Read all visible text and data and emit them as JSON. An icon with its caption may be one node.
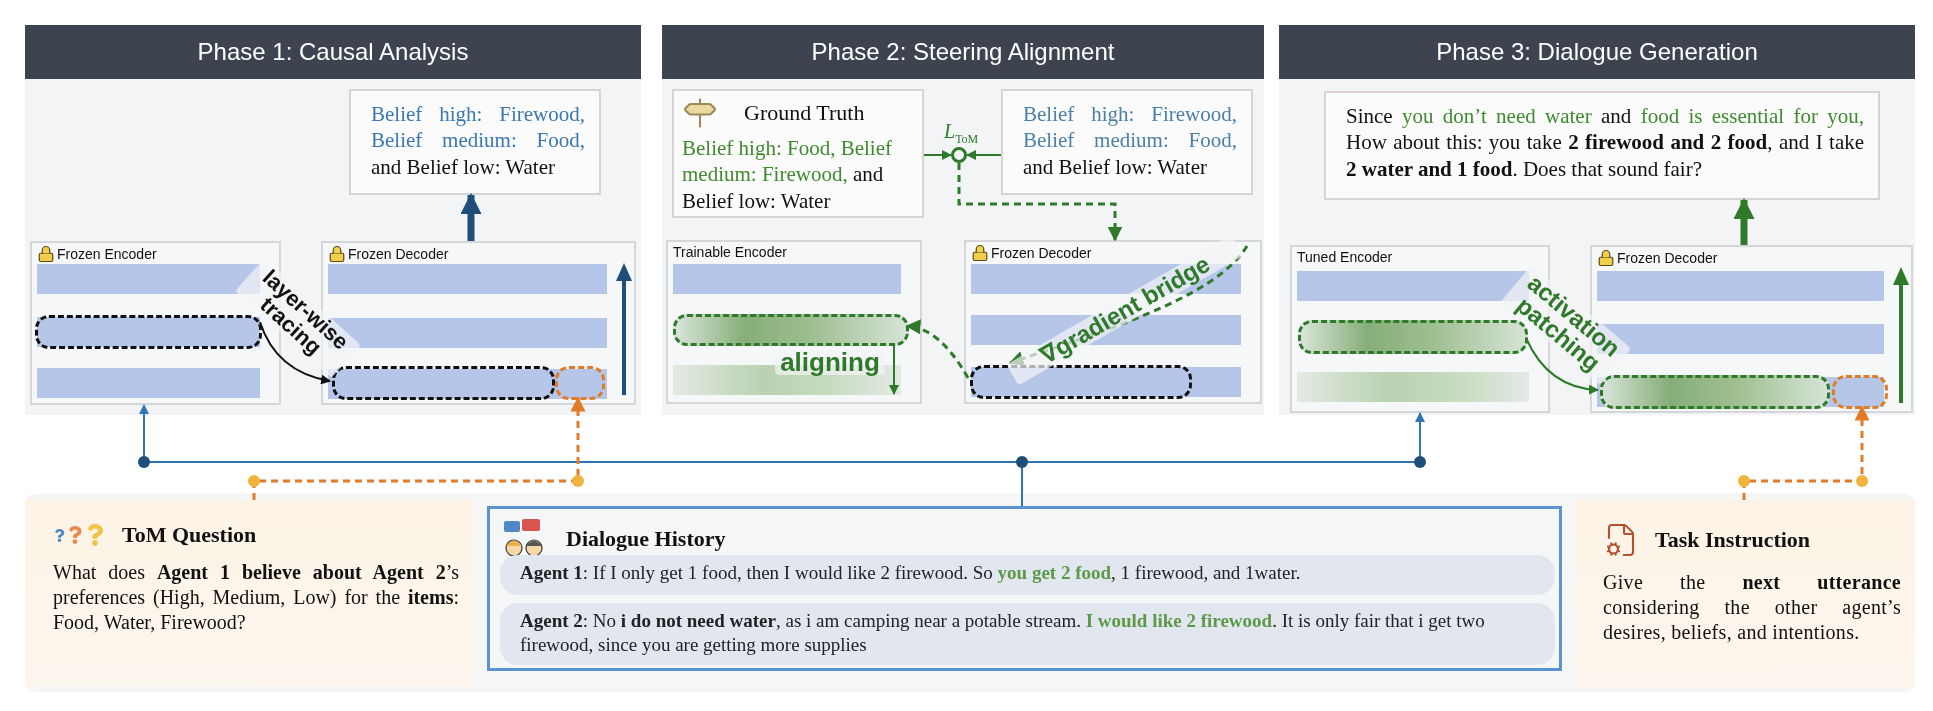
{
  "diagram": {
    "nodes": [
      {
        "text": [
          "Phase 1: Causal Analysis"
        ]
      },
      {
        "text": [
          "*Belief high: Firewood, Belief medium: Food,* and Belief low: Water"
        ],
        "in": 0
      },
      {
        "text": [
          "Frozen Encoder"
        ],
        "in": 0
      },
      {
        "text": [],
        "shape": "bar",
        "in": 2
      },
      {
        "text": [
          "Frozen Decoder"
        ],
        "in": 0
      },
      {
        "text": [],
        "shape": "bar",
        "in": 4
      },
      {
        "text": [],
        "shape": "box",
        "in": 4
      },
      {
        "text": [
          "Phase 2: Steering Alignment"
        ]
      },
      {
        "text": [
          "Ground Truth",
          "*Belief high: Food, Belief medium: Firewood,* and Belief low: Water"
        ],
        "in": 7
      },
      {
        "text": [],
        "shape": "circle",
        "beside": [
          "*L*$_{ToM}$"
        ],
        "in": 7
      },
      {
        "text": [
          "*Belief high: Firewood, Belief medium: Food,* and Belief low: Water"
        ],
        "in": 7
      },
      {
        "text": [
          "Trainable Encoder"
        ],
        "in": 7
      },
      {
        "text": [],
        "shape": "bar",
        "in": 11
      },
      {
        "text": [
          "Frozen Decoder"
        ],
        "in": 7
      },
      {
        "text": [],
        "shape": "bar",
        "in": 13
      },
      {
        "text": [
          "Phase 3: Dialogue Generation"
        ]
      },
      {
        "text": [
          "Since *you don’t need water* and *food is essential for you,* How about this: you take **2 firewood and 2 food**, and I take **2 water and 1 food**. Does that sound fair?"
        ],
        "in": 15
      },
      {
        "text": [
          "Tuned Encoder"
        ],
        "in": 15
      },
      {
        "text": [],
        "shape": "bar",
        "in": 17
      },
      {
        "text": [
          "Frozen Decoder"
        ],
        "in": 15
      },
      {
        "text": [],
        "shape": "bar",
        "in": 19
      },
      {
        "text": [],
        "shape": "box",
        "in": 19
      },
      {
        "text": [
          "ToM Question",
          "What does **Agent 1 believe about Agent 2**’s preferences (High, Medium, Low) for the **items**: Food, Water, Firewood?"
        ]
      },
      {
        "text": [
          "Dialogue History"
        ]
      },
      {
        "text": [
          "**Agent 1**:  If I only get 1 food, then I would like 2 firewood. So *you get 2 food*, 1 firewood, and 1water."
        ],
        "in": 23
      },
      {
        "text": [
          "**Agent 2**:  No **i do not need water**, as i am camping near a potable stream. *I would like 2 firewood*. It is only fair that i get two firewood, since you are getting more supplies"
        ],
        "in": 23
      },
      {
        "text": [
          "Task Instruction",
          "Give the **next utterance** considering the other agent’s desires, beliefs, and intentions."
        ]
      }
    ],
    "edges": [
      {
        "from": 3,
        "to": 5,
        "arrow": "to",
        "label": "layer-wise tracing",
        "color": "#111111"
      },
      {
        "from": 4,
        "to": 1,
        "arrow": "to",
        "style": "thick",
        "color": "#1f4e79"
      },
      {
        "from": 8,
        "to": 9,
        "arrow": "to",
        "color": "#2f7a2a"
      },
      {
        "from": 10,
        "to": 9,
        "arrow": "to",
        "color": "#2f7a2a"
      },
      {
        "from": 9,
        "to": 13,
        "arrow": "to",
        "style": "dashed",
        "color": "#2f7a2a"
      },
      {
        "from": null,
        "to": 14,
        "arrow": "to",
        "style": "dashed",
        "label": "∇gradient bridge",
        "color": "#2f7a2a"
      },
      {
        "from": 14,
        "to": 12,
        "arrow": "to",
        "style": "dashed",
        "color": "#2f7a2a"
      },
      {
        "from": 18,
        "to": 20,
        "arrow": "to",
        "label": "activation patching",
        "color": "#2f7a2a"
      },
      {
        "from": 19,
        "to": 16,
        "arrow": "to",
        "style": "thick",
        "color": "#2f7a2a"
      },
      {
        "from": 23,
        "to": 2,
        "arrow": "to",
        "color": "#2e75b6"
      },
      {
        "from": 23,
        "to": 17,
        "arrow": "to",
        "color": "#2e75b6"
      },
      {
        "from": 22,
        "to": 6,
        "arrow": "to",
        "style": "dashed",
        "color": "#e07b2a"
      },
      {
        "from": 26,
        "to": 21,
        "arrow": "to",
        "style": "dashed",
        "color": "#e07b2a"
      },
      {
        "from": 12,
        "to": null,
        "arrow": "to",
        "label": "aligning",
        "color": "#2f7a2a"
      }
    ]
  }
}
